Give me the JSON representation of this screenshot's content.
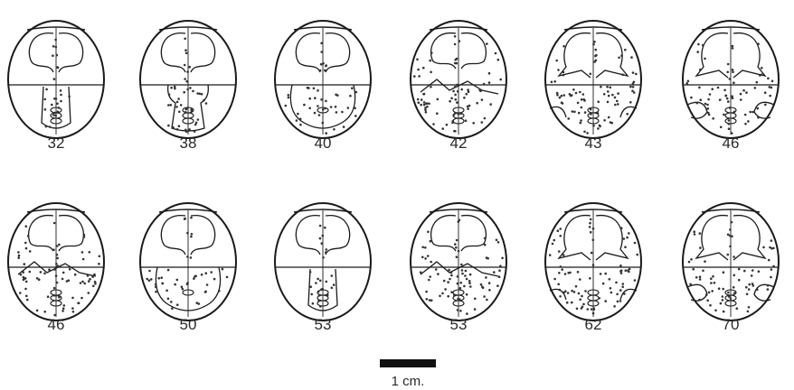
{
  "specimens": [
    {
      "label": "32",
      "pattern": "a"
    },
    {
      "label": "38",
      "pattern": "b"
    },
    {
      "label": "40",
      "pattern": "c"
    },
    {
      "label": "42",
      "pattern": "d"
    },
    {
      "label": "43",
      "pattern": "e"
    },
    {
      "label": "46",
      "pattern": "f"
    },
    {
      "label": "46",
      "pattern": "d"
    },
    {
      "label": "50",
      "pattern": "c"
    },
    {
      "label": "53",
      "pattern": "a"
    },
    {
      "label": "53",
      "pattern": "d"
    },
    {
      "label": "62",
      "pattern": "e"
    },
    {
      "label": "70",
      "pattern": "f"
    }
  ],
  "scale_bar": {
    "label": "1 cm."
  },
  "colors": {
    "ink": "#1a1a1a",
    "paper": "#ffffff",
    "stipple": "#333333"
  }
}
